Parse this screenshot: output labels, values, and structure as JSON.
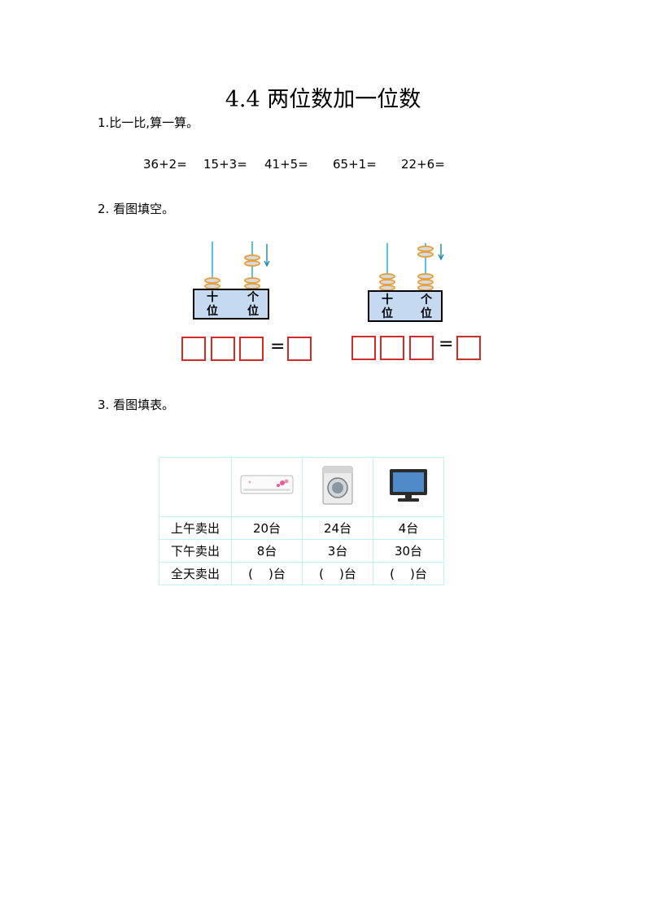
{
  "title": "4.4 两位数加一位数",
  "q1": {
    "heading": "1.比一比,算一算。",
    "problems": [
      "36+2=",
      "15+3=",
      "41+5=",
      "65+1=",
      "22+6="
    ]
  },
  "q2": {
    "heading": "2. 看图填空。",
    "abacus": [
      {
        "tens_label_top": "十",
        "tens_label_bottom": "位",
        "ones_label_top": "个",
        "ones_label_bottom": "位",
        "tens_beads": 2,
        "ones_beads_base": 2,
        "ones_beads_added": 2,
        "equals": "="
      },
      {
        "tens_label_top": "十",
        "tens_label_bottom": "位",
        "ones_label_top": "个",
        "ones_label_bottom": "位",
        "tens_beads": 3,
        "ones_beads_base": 3,
        "ones_beads_added": 2,
        "equals": "="
      }
    ]
  },
  "q3": {
    "heading": "3. 看图填表。",
    "columns": [
      {
        "item": "air-conditioner"
      },
      {
        "item": "washing-machine"
      },
      {
        "item": "television"
      }
    ],
    "rows": [
      {
        "label": "上午卖出",
        "cells": [
          "20台",
          "24台",
          "4台"
        ]
      },
      {
        "label": "下午卖出",
        "cells": [
          "8台",
          "3台",
          "30台"
        ]
      },
      {
        "label": "全天卖出",
        "cells": [
          "(    )台",
          "(    )台",
          "(    )台"
        ]
      }
    ]
  },
  "colors": {
    "rod": "#5bc4dc",
    "bead_border": "#e9a13c",
    "abacus_box": "#c5d9f1",
    "answer_box": "#d52a2a",
    "table_border": "#c5eef0",
    "arrow": "#2a8fb0"
  }
}
